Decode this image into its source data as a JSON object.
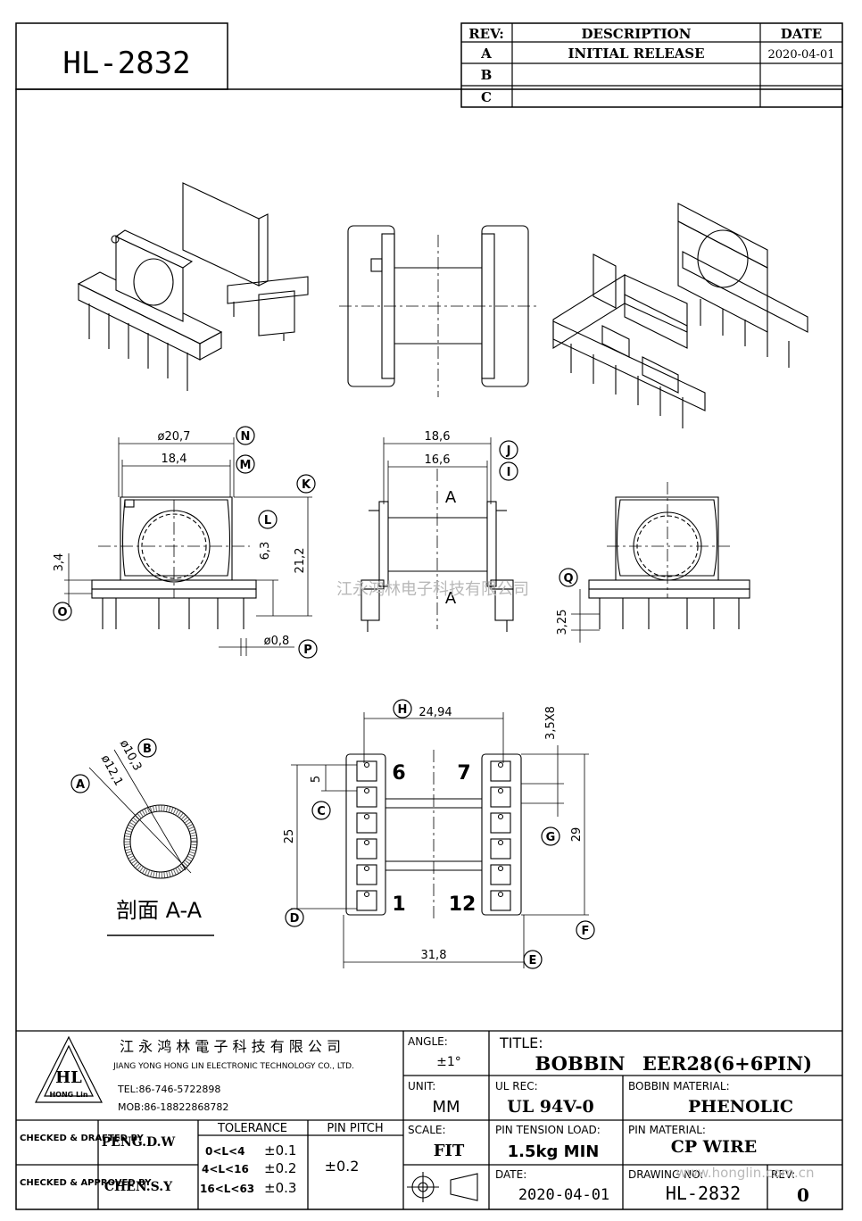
{
  "part_number": "HL-2832",
  "revision_table": {
    "headers": [
      "REV:",
      "DESCRIPTION",
      "DATE"
    ],
    "rows": [
      {
        "rev": "A",
        "description": "INITIAL RELEASE",
        "date": "2020-04-01"
      },
      {
        "rev": "B",
        "description": "",
        "date": ""
      },
      {
        "rev": "C",
        "description": "",
        "date": ""
      }
    ]
  },
  "front_view": {
    "outer_diameter": "ø20,7",
    "inner_diameter": "18,4",
    "height_total": "21,2",
    "height_flange": "6,3",
    "pin_offset": "3,4",
    "pin_diameter": "ø0,8",
    "callouts": {
      "N": "N",
      "M": "M",
      "K": "K",
      "L": "L",
      "O": "O",
      "P": "P"
    }
  },
  "side_view": {
    "outer_width": "18,6",
    "inner_width": "16,6",
    "section_mark": "A",
    "callouts": {
      "J": "J",
      "I": "I"
    }
  },
  "rear_view": {
    "pin_length": "3,25",
    "callouts": {
      "Q": "Q"
    }
  },
  "section": {
    "outer_diameter": "ø12,1",
    "inner_diameter": "ø10,3",
    "caption": "剖面 A-A",
    "callouts": {
      "A": "A",
      "B": "B"
    }
  },
  "bottom_view": {
    "row_pitch": "24,94",
    "pin_spacing_label": "3,5X8",
    "pin_gap": "5",
    "pin_span": "25",
    "body_depth": "29",
    "body_width": "31,8",
    "pin_labels": {
      "top_left": "6",
      "top_right": "7",
      "bottom_left": "1",
      "bottom_right": "12"
    },
    "callouts": {
      "H": "H",
      "C": "C",
      "D": "D",
      "E": "E",
      "F": "F",
      "G": "G"
    }
  },
  "watermark": "江永鸿林电子科技有限公司",
  "watermark_url": "www.honglin.com.cn",
  "title_block": {
    "company_cn": "江 永 鸿 林 電 子 科 技 有 限 公 司",
    "company_en": "JIANG YONG HONG LIN ELECTRONIC TECHNOLOGY CO., LTD.",
    "logo_text": "HONG Lin",
    "tel": "TEL:86-746-5722898",
    "mob": "MOB:86-18822868782",
    "checked_drafted_label": "CHECKED & DRAFTED BY",
    "checked_drafted_by": "PENG.D.W",
    "checked_approved_label": "CHECKED & APPROVED BY",
    "checked_approved_by": "CHEN.S.Y",
    "tolerance_label": "TOLERANCE",
    "tolerance_rows": [
      {
        "range": "0<L<4",
        "value": "±0.1"
      },
      {
        "range": "4<L<16",
        "value": "±0.2"
      },
      {
        "range": "16<L<63",
        "value": "±0.3"
      }
    ],
    "pin_pitch_label": "PIN PITCH",
    "pin_pitch": "±0.2",
    "angle_label": "ANGLE:",
    "angle": "±1°",
    "unit_label": "UNIT:",
    "unit": "MM",
    "scale_label": "SCALE:",
    "scale": "FIT",
    "title_label": "TITLE:",
    "title_part1": "BOBBIN",
    "title_part2": "EER28(6+6PIN)",
    "ul_rec_label": "UL REC:",
    "ul_rec": "UL 94V-0",
    "bobbin_material_label": "BOBBIN MATERIAL:",
    "bobbin_material": "PHENOLIC",
    "pin_tension_label": "PIN TENSION LOAD:",
    "pin_tension": "1.5kg MIN",
    "pin_material_label": "PIN MATERIAL:",
    "pin_material": "CP WIRE",
    "date_label": "DATE:",
    "date": "2020-04-01",
    "drawing_no_label": "DRAWING NO:",
    "drawing_no": "HL-2832",
    "rev_label": "REV:",
    "rev": "0"
  }
}
